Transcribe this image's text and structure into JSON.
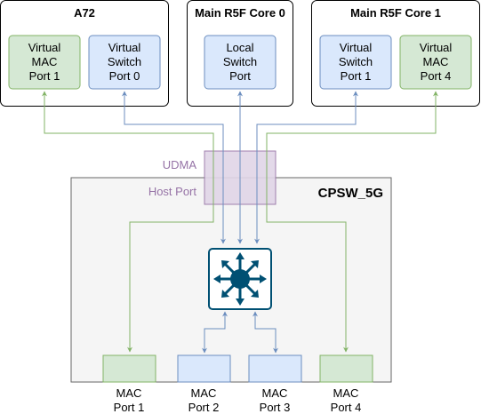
{
  "colors": {
    "green_fill": "#d5e8d4",
    "green_stroke": "#82b366",
    "blue_fill": "#dae8fc",
    "blue_stroke": "#6c8ebf",
    "purple_fill": "#e1d5e7",
    "purple_stroke": "#9673a6",
    "purple_text": "#9673a6",
    "cpsw_fill": "#f5f5f5",
    "cpsw_stroke": "#666666",
    "switch_fill": "#005073",
    "black": "#000000"
  },
  "hosts": {
    "a72": {
      "title": "A72",
      "port_a": {
        "line1": "Virtual",
        "line2": "MAC",
        "line3": "Port 1"
      },
      "port_b": {
        "line1": "Virtual",
        "line2": "Switch",
        "line3": "Port 0"
      }
    },
    "r5f0": {
      "title": "Main R5F Core 0",
      "port": {
        "line1": "Local",
        "line2": "Switch",
        "line3": "Port"
      }
    },
    "r5f1": {
      "title": "Main R5F Core 1",
      "port_a": {
        "line1": "Virtual",
        "line2": "Switch",
        "line3": "Port 1"
      },
      "port_b": {
        "line1": "Virtual",
        "line2": "MAC",
        "line3": "Port 4"
      }
    }
  },
  "udma": {
    "label": "UDMA"
  },
  "host_port": {
    "label": "Host Port"
  },
  "cpsw": {
    "title": "CPSW_5G"
  },
  "switch": {
    "icon": "network-switch-icon"
  },
  "mac_ports": [
    {
      "line1": "MAC",
      "line2": "Port 1",
      "kind": "green"
    },
    {
      "line1": "MAC",
      "line2": "Port 2",
      "kind": "blue"
    },
    {
      "line1": "MAC",
      "line2": "Port 3",
      "kind": "blue"
    },
    {
      "line1": "MAC",
      "line2": "Port 4",
      "kind": "green"
    }
  ]
}
